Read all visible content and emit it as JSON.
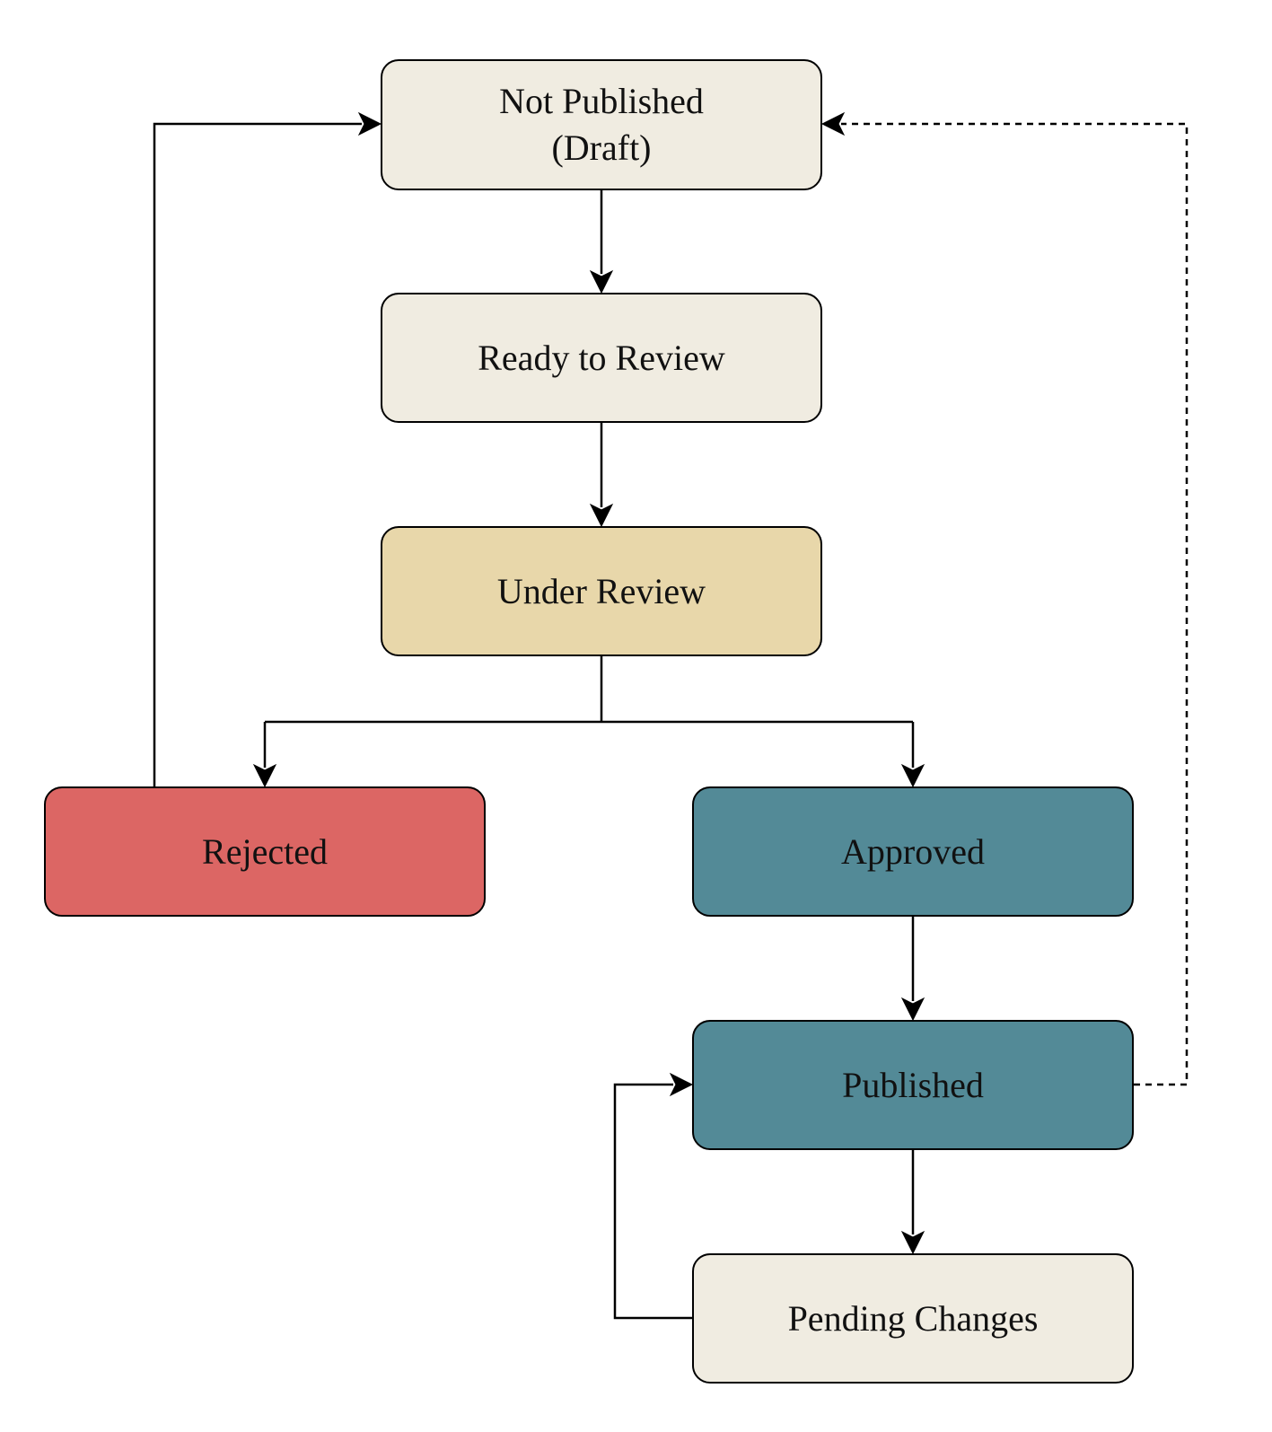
{
  "nodes": {
    "draft": {
      "label": "Not Published\n(Draft)",
      "color": "#F0ECE1"
    },
    "ready": {
      "label": "Ready to Review",
      "color": "#F0ECE1"
    },
    "under": {
      "label": "Under Review",
      "color": "#E8D7AA"
    },
    "rejected": {
      "label": "Rejected",
      "color": "#DC6664"
    },
    "approved": {
      "label": "Approved",
      "color": "#538A97"
    },
    "published": {
      "label": "Published",
      "color": "#538A97"
    },
    "pending": {
      "label": "Pending Changes",
      "color": "#F0ECE1"
    }
  },
  "edges": [
    {
      "from": "draft",
      "to": "ready",
      "style": "solid"
    },
    {
      "from": "ready",
      "to": "under",
      "style": "solid"
    },
    {
      "from": "under",
      "to": "rejected",
      "style": "solid"
    },
    {
      "from": "under",
      "to": "approved",
      "style": "solid"
    },
    {
      "from": "rejected",
      "to": "draft",
      "style": "solid"
    },
    {
      "from": "approved",
      "to": "published",
      "style": "solid"
    },
    {
      "from": "published",
      "to": "pending",
      "style": "solid"
    },
    {
      "from": "pending",
      "to": "published",
      "style": "solid"
    },
    {
      "from": "published",
      "to": "draft",
      "style": "dashed"
    }
  ]
}
